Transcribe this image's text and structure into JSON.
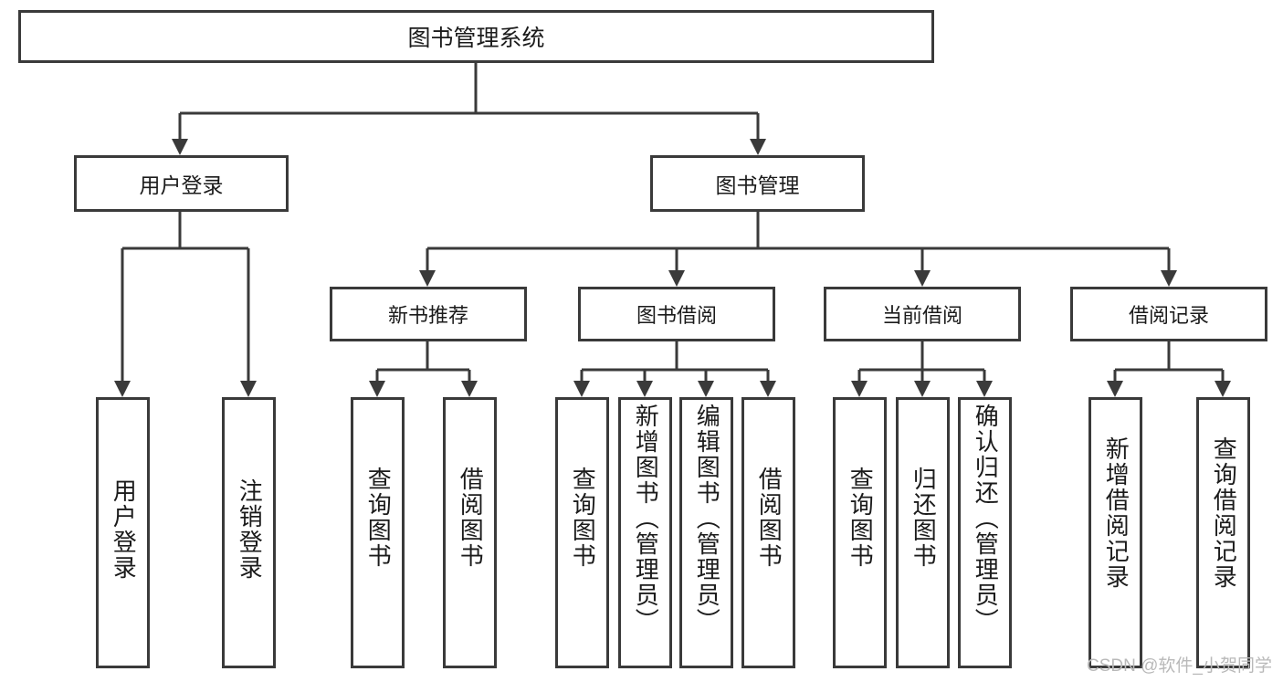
{
  "diagram": {
    "title": "图书管理系统",
    "watermark": "CSDN @软件_小贺同学",
    "type": "tree-hierarchy-chart",
    "colors": {
      "stroke": "#3a3a3a",
      "fill": "#ffffff",
      "text": "#1b1b1b",
      "watermark": "#b9b9b9"
    },
    "nodes": {
      "root": {
        "label": "图书管理系统"
      },
      "level2": [
        {
          "id": "user-login",
          "label": "用户登录"
        },
        {
          "id": "book-management",
          "label": "图书管理"
        }
      ],
      "level3": [
        {
          "id": "new-book-recommend",
          "label": "新书推荐",
          "parent": "book-management"
        },
        {
          "id": "book-borrow",
          "label": "图书借阅",
          "parent": "book-management"
        },
        {
          "id": "current-borrow",
          "label": "当前借阅",
          "parent": "book-management"
        },
        {
          "id": "borrow-record",
          "label": "借阅记录",
          "parent": "book-management"
        }
      ],
      "leaves": [
        {
          "id": "leaf-user-login",
          "label": "用户登录",
          "parent": "user-login"
        },
        {
          "id": "leaf-logout-login",
          "label": "注销登录",
          "parent": "user-login"
        },
        {
          "id": "leaf-query-book-1",
          "label": "查询图书",
          "parent": "new-book-recommend"
        },
        {
          "id": "leaf-borrow-book-1",
          "label": "借阅图书",
          "parent": "new-book-recommend"
        },
        {
          "id": "leaf-query-book-2",
          "label": "查询图书",
          "parent": "book-borrow"
        },
        {
          "id": "leaf-add-book",
          "label": "新增图书（管理员）",
          "parent": "book-borrow"
        },
        {
          "id": "leaf-edit-book",
          "label": "编辑图书（管理员）",
          "parent": "book-borrow"
        },
        {
          "id": "leaf-borrow-book-2",
          "label": "借阅图书",
          "parent": "book-borrow"
        },
        {
          "id": "leaf-query-book-3",
          "label": "查询图书",
          "parent": "current-borrow"
        },
        {
          "id": "leaf-return-book",
          "label": "归还图书",
          "parent": "current-borrow"
        },
        {
          "id": "leaf-confirm-return",
          "label": "确认归还（管理员）",
          "parent": "current-borrow"
        },
        {
          "id": "leaf-add-record",
          "label": "新增借阅记录",
          "parent": "borrow-record"
        },
        {
          "id": "leaf-query-record",
          "label": "查询借阅记录",
          "parent": "borrow-record"
        }
      ]
    }
  }
}
